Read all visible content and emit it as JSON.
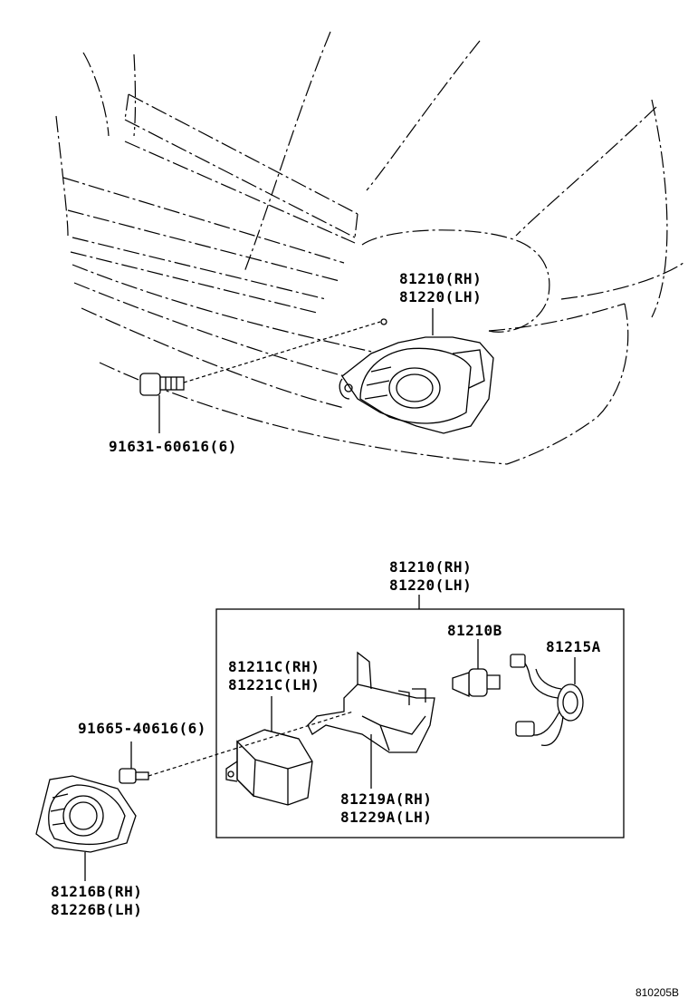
{
  "callouts": {
    "top_assembly": {
      "line1": "81210(RH)",
      "line2": "81220(LH)"
    },
    "top_bolt": {
      "line1": "91631-60616(6)"
    },
    "box_assembly": {
      "line1": "81210(RH)",
      "line2": "81220(LH)"
    },
    "bulb": {
      "line1": "81210B"
    },
    "socket": {
      "line1": "81215A"
    },
    "lamp_unit": {
      "line1": "81211C(RH)",
      "line2": "81221C(LH)"
    },
    "screw": {
      "line1": "91665-40616(6)"
    },
    "bracket": {
      "line1": "81219A(RH)",
      "line2": "81229A(LH)"
    },
    "cover": {
      "line1": "81216B(RH)",
      "line2": "81226B(LH)"
    }
  },
  "diagram_code": "810205B"
}
